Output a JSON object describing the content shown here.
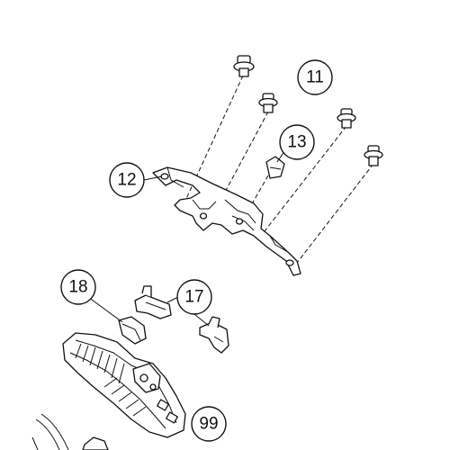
{
  "callouts": [
    {
      "id": "c11",
      "label": "11",
      "fill": "#f6f4cf"
    },
    {
      "id": "c12",
      "label": "12",
      "fill": "#ffffff"
    },
    {
      "id": "c13",
      "label": "13",
      "fill": "#ffffff"
    },
    {
      "id": "c17",
      "label": "17",
      "fill": "#ffffff"
    },
    {
      "id": "c18",
      "label": "18",
      "fill": "#ffffff"
    },
    {
      "id": "c99",
      "label": "99",
      "fill": "#ffffff"
    }
  ]
}
